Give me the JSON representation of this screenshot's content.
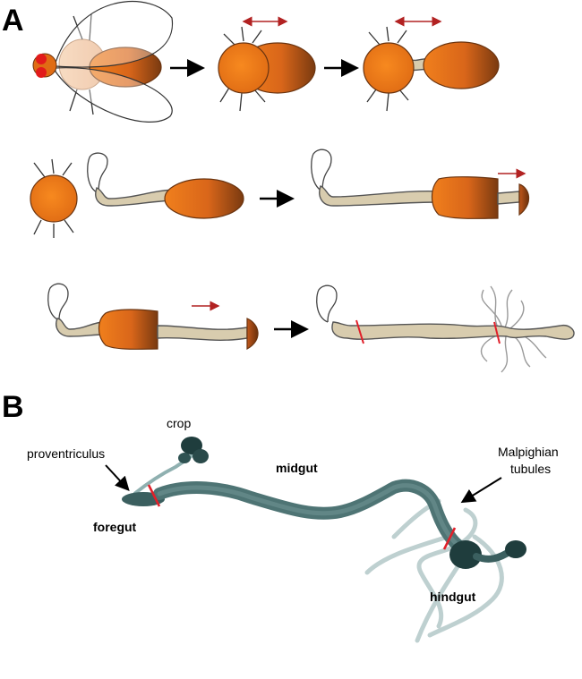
{
  "panels": {
    "a": {
      "letter": "A"
    },
    "b": {
      "letter": "B"
    }
  },
  "labels": {
    "crop": "crop",
    "proventriculus": "proventriculus",
    "midgut": "midgut",
    "foregut": "foregut",
    "malpighian_line1": "Malpighian",
    "malpighian_line2": "tubules",
    "hindgut": "hindgut"
  },
  "colors": {
    "body_orange": "#e8761b",
    "body_dark": "#7a3a10",
    "gut_tan": "#d8ccae",
    "arrow_red": "#b22222",
    "cut_red": "#e0202a",
    "stain_dark": "#1f3d3d",
    "stain_light": "#8fb0b0"
  }
}
